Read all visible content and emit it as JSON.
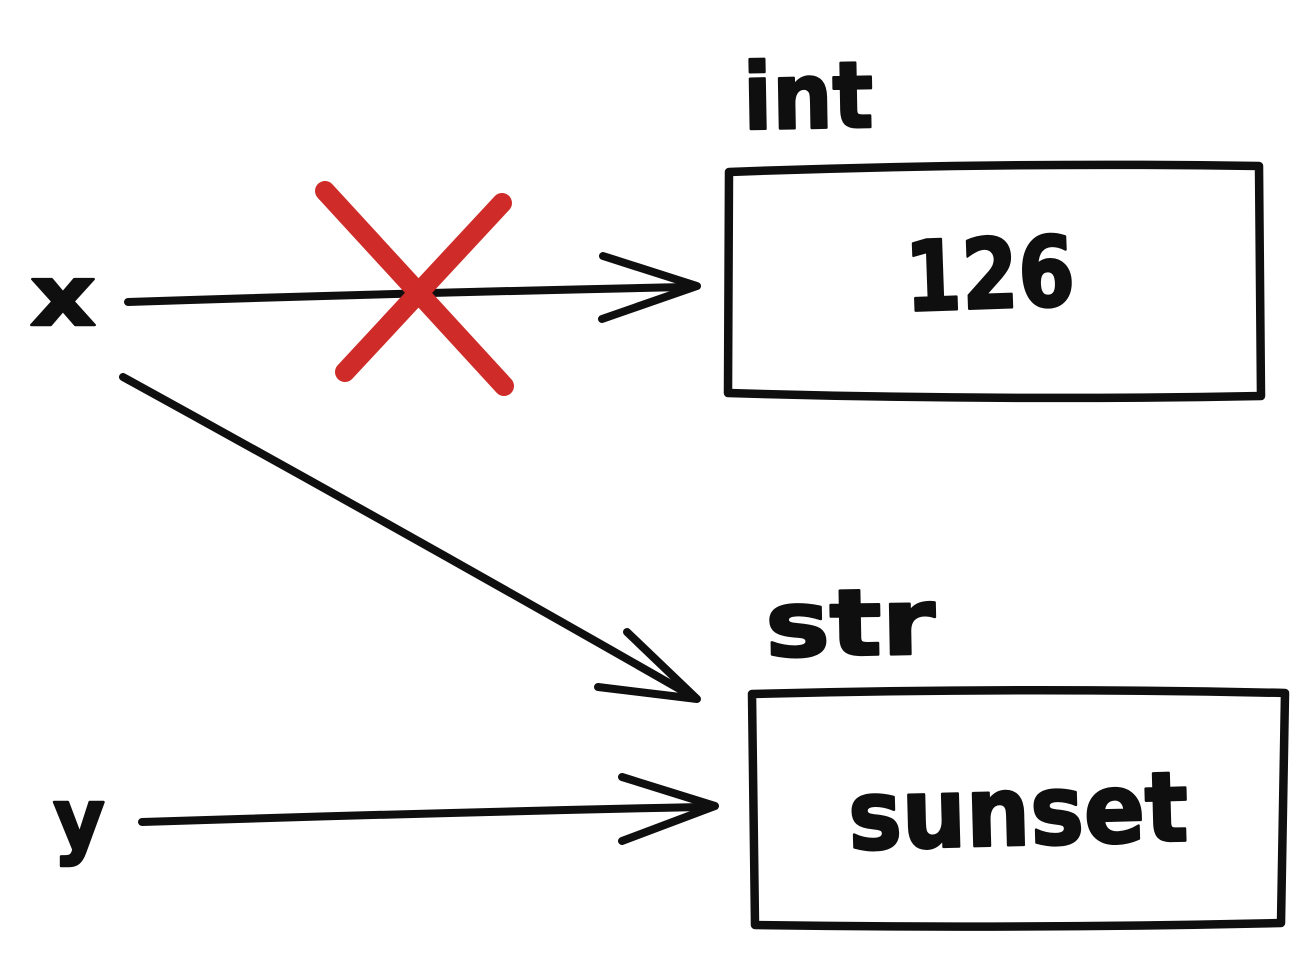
{
  "diagram": {
    "description": "Hand-drawn variable reference diagram: x re-assigned from int 126 to str sunset, y also references str sunset",
    "colors": {
      "ink": "#0f0f0f",
      "cross": "#cf2b28",
      "background": "#ffffff"
    },
    "variables": [
      {
        "label": "x"
      },
      {
        "label": "y"
      }
    ],
    "objects": [
      {
        "type_label": "int",
        "value": "126"
      },
      {
        "type_label": "str",
        "value": "sunset"
      }
    ],
    "relations": [
      {
        "from": "x",
        "to": "int 126",
        "state": "crossed-out"
      },
      {
        "from": "x",
        "to": "str sunset",
        "state": "active"
      },
      {
        "from": "y",
        "to": "str sunset",
        "state": "active"
      }
    ]
  }
}
